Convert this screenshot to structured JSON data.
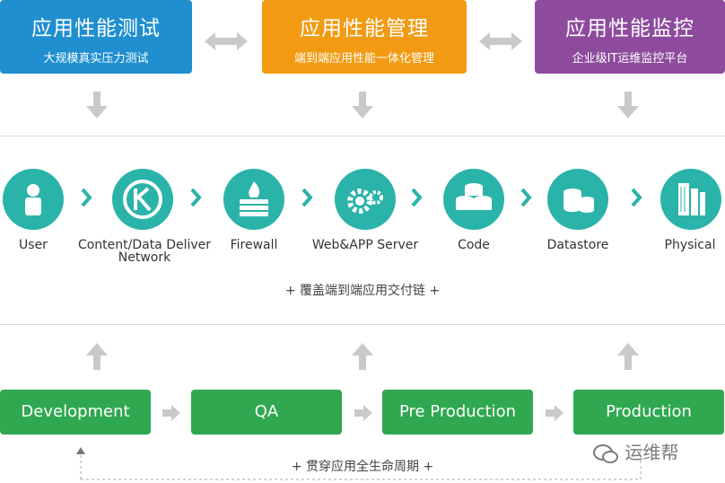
{
  "top": [
    {
      "title": "应用性能测试",
      "subtitle": "大规模真实压力测试",
      "color": "#1f8fd0"
    },
    {
      "title": "应用性能管理",
      "subtitle": "端到端应用性能一体化管理",
      "color": "#f29a12"
    },
    {
      "title": "应用性能监控",
      "subtitle": "企业级IT运维监控平台",
      "color": "#8e4b9e"
    }
  ],
  "tiers": [
    {
      "label": "User",
      "icon": "user-icon"
    },
    {
      "label": "Content/Data Deliver Network",
      "icon": "network-globe-icon"
    },
    {
      "label": "Firewall",
      "icon": "firewall-icon"
    },
    {
      "label": "Web&APP Server",
      "icon": "gears-icon"
    },
    {
      "label": "Code",
      "icon": "code-stack-icon"
    },
    {
      "label": "Datastore",
      "icon": "database-icon"
    },
    {
      "label": "Physical",
      "icon": "server-rack-icon"
    }
  ],
  "tier_caption": "+ 覆盖端到端应用交付链 +",
  "stages": [
    "Development",
    "QA",
    "Pre Production",
    "Production"
  ],
  "lifecycle_caption": "+ 贯穿应用全生命周期 +",
  "watermark": "运维帮",
  "colors": {
    "teal": "#2ab3a8",
    "green": "#2fa84f",
    "arrow": "#c9c9c9"
  }
}
